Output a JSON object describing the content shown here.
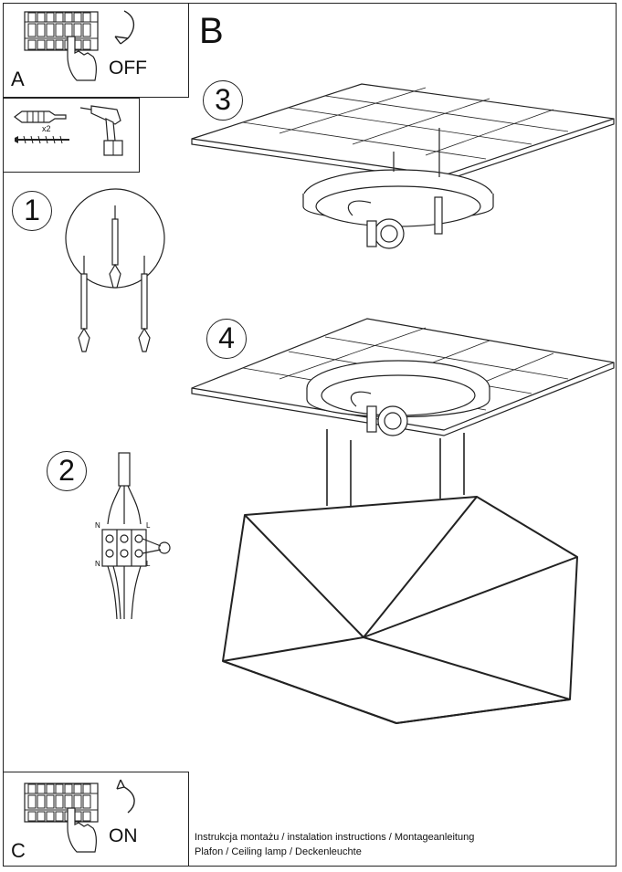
{
  "panels": {
    "a_label": "A",
    "off_label": "OFF",
    "b_label": "B",
    "c_label": "C",
    "on_label": "ON"
  },
  "tools": {
    "quantity": "x2"
  },
  "steps": [
    "1",
    "2",
    "3",
    "4"
  ],
  "wiring": {
    "neutral": "N",
    "live": "L"
  },
  "footer": {
    "line1": "Instrukcja montażu / instalation instructions / Montageanleitung",
    "line2": "Plafon / Ceiling lamp / Deckenleuchte"
  }
}
